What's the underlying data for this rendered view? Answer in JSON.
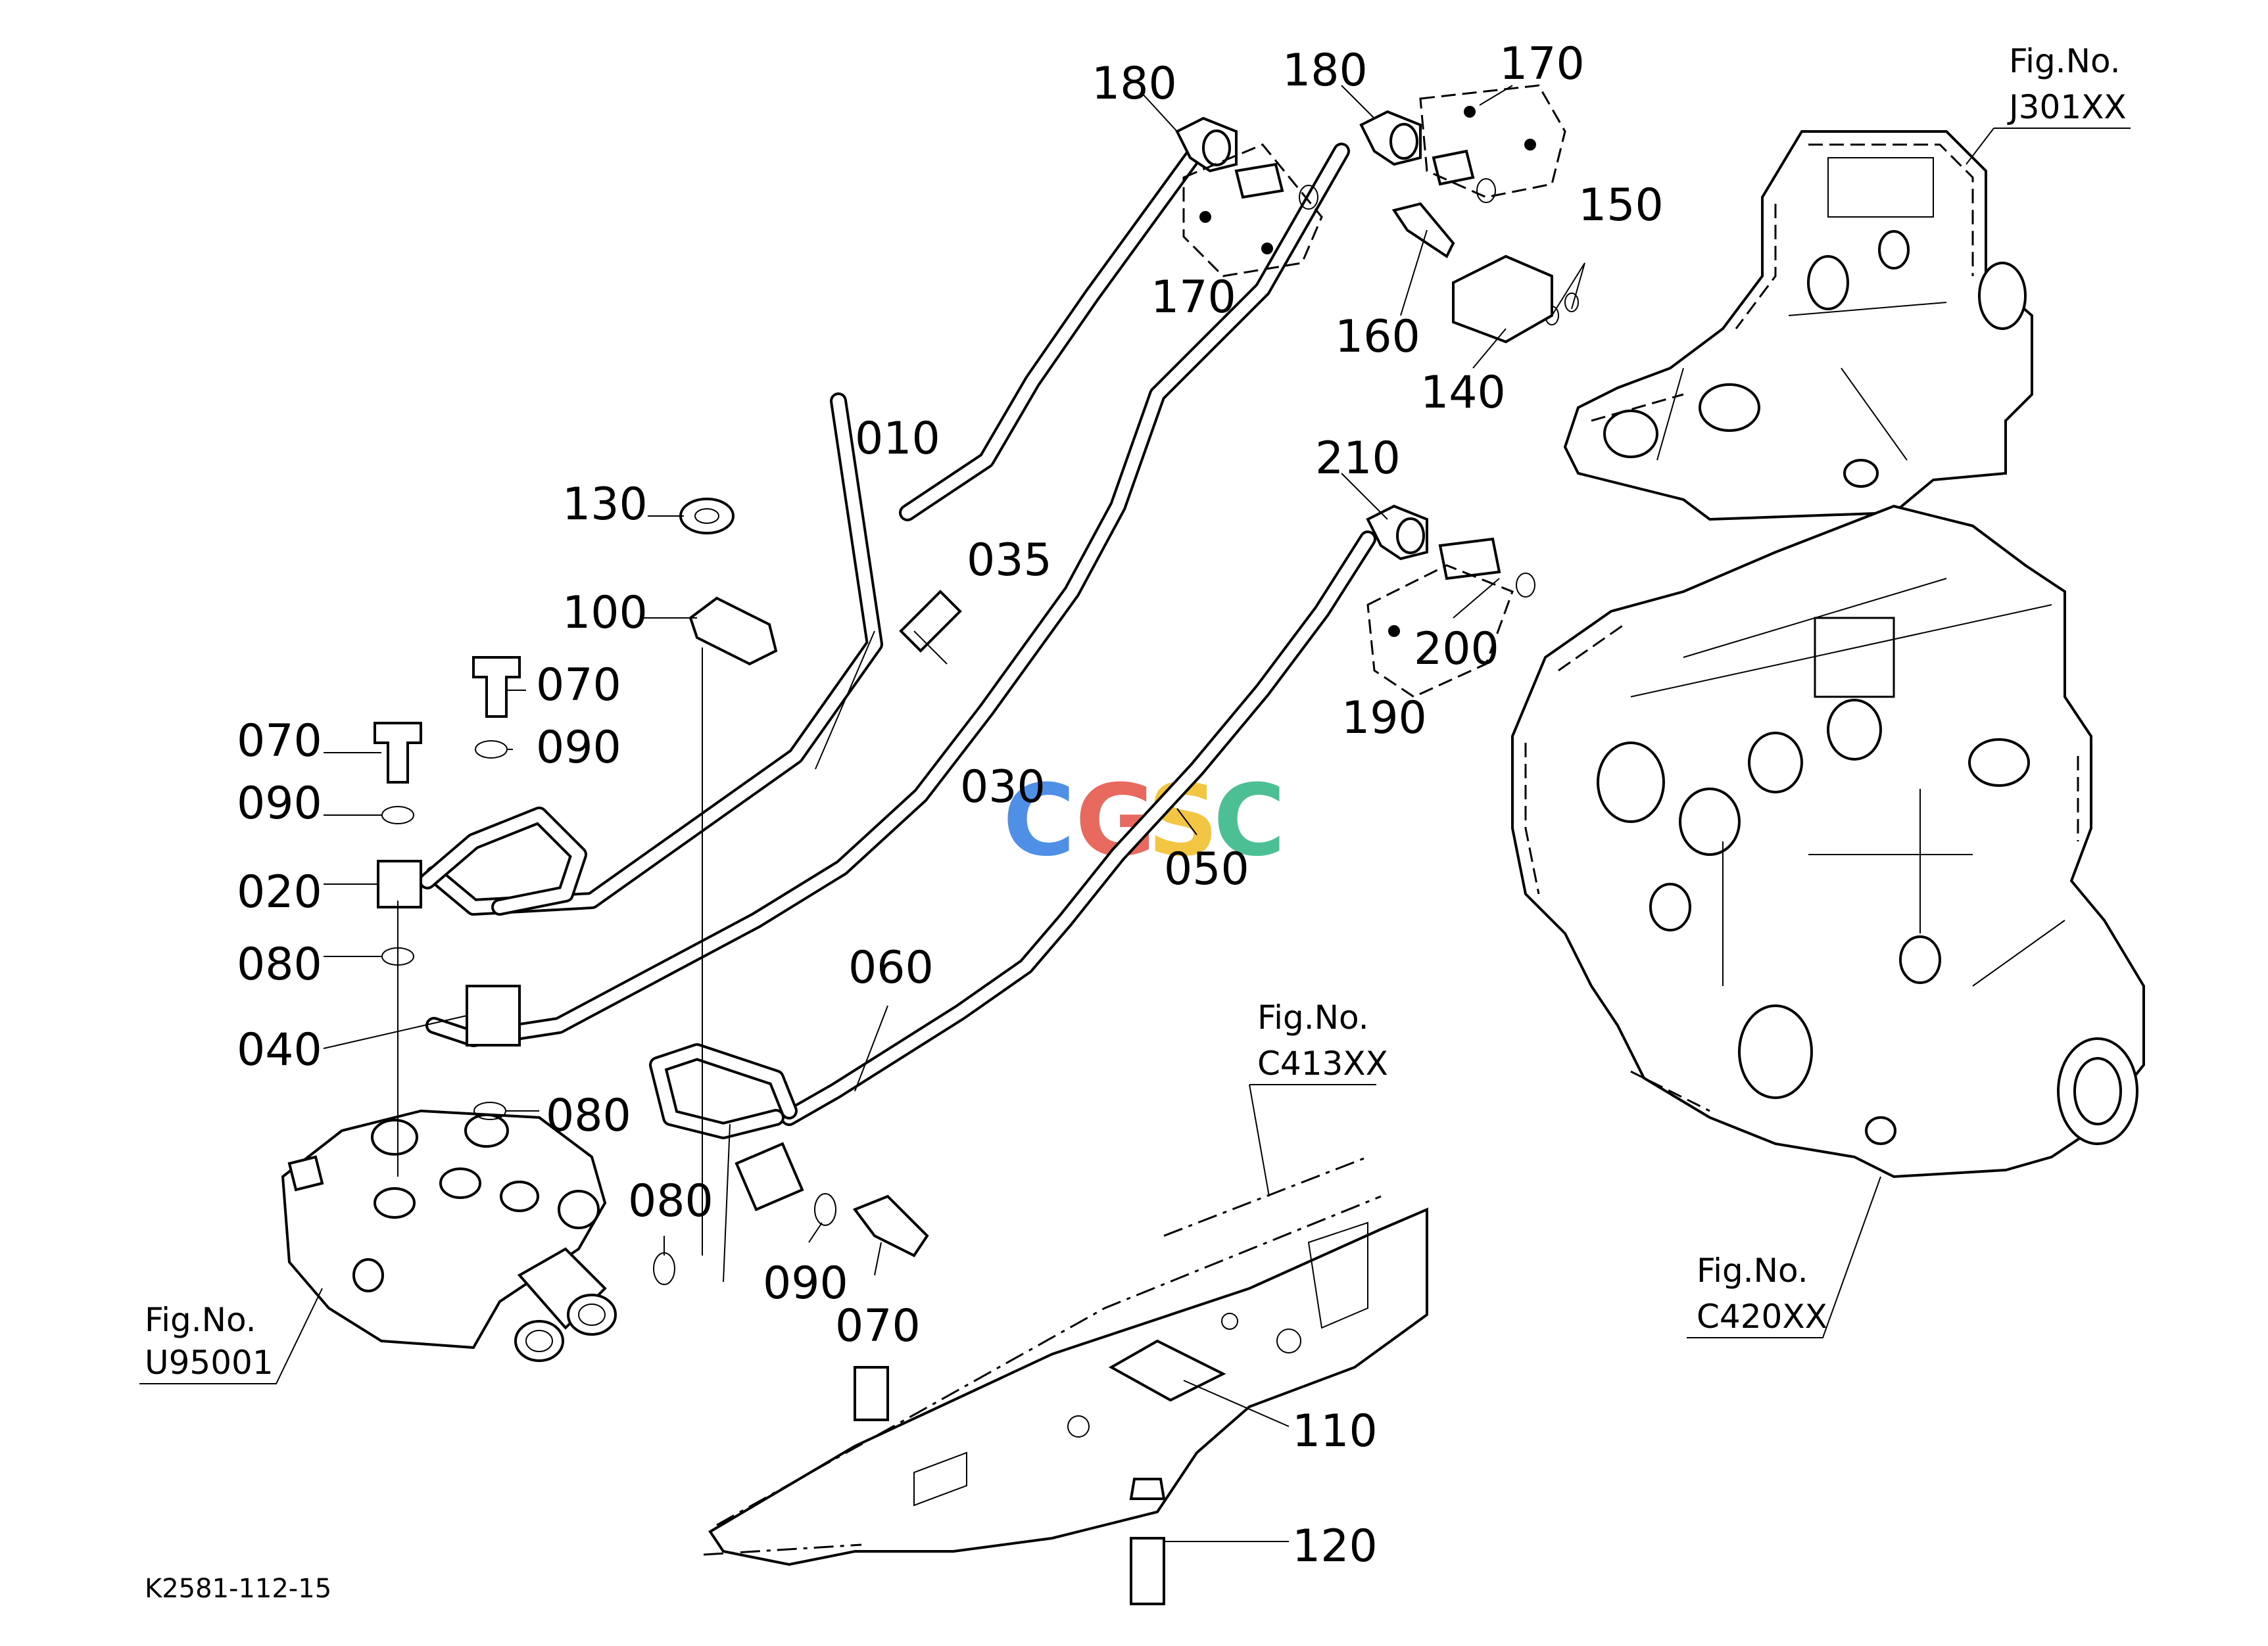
{
  "diagram": {
    "doc_code": "K2581-112-15",
    "watermark": [
      "C",
      "G",
      "S",
      "C"
    ],
    "watermark_colors": [
      "#4f8fe6",
      "#e86a5f",
      "#f2c542",
      "#4dbf94"
    ],
    "fig_refs": [
      {
        "title": "Fig.No.",
        "code": "J301XX"
      },
      {
        "title": "Fig.No.",
        "code": "C420XX"
      },
      {
        "title": "Fig.No.",
        "code": "C413XX"
      },
      {
        "title": "Fig.No.",
        "code": "U95001"
      }
    ],
    "part_labels": {
      "p180a": "180",
      "p180b": "180",
      "p170a": "170",
      "p170b": "170",
      "p150": "150",
      "p160": "160",
      "p140": "140",
      "p010": "010",
      "p035": "035",
      "p030": "030",
      "p130": "130",
      "p100": "100",
      "p070a": "070",
      "p070b": "070",
      "p070c": "070",
      "p090a": "090",
      "p090b": "090",
      "p090c": "090",
      "p020": "020",
      "p080a": "080",
      "p080b": "080",
      "p080c": "080",
      "p040": "040",
      "p060": "060",
      "p050": "050",
      "p210": "210",
      "p200": "200",
      "p190": "190",
      "p110": "110",
      "p120": "120"
    }
  }
}
